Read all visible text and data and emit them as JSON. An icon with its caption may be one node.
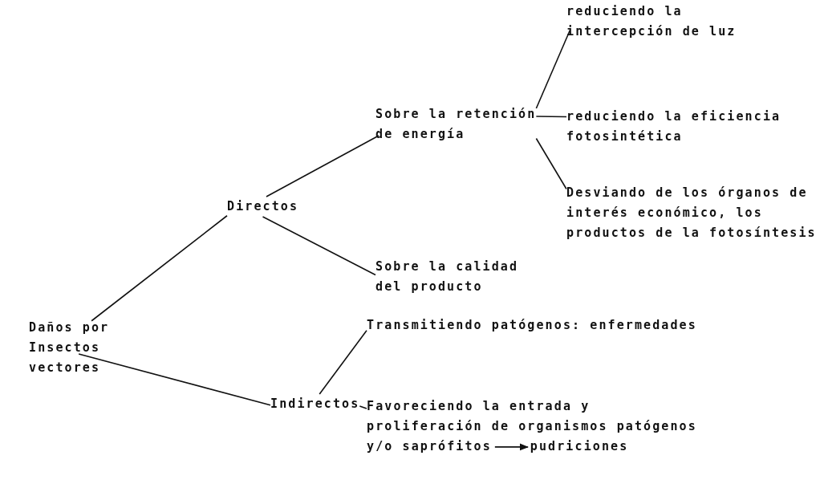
{
  "diagram": {
    "nodes": [
      {
        "text": [
          "Daños por Insectos vectores"
        ]
      },
      {
        "text": [
          "Directos"
        ]
      },
      {
        "text": [
          "Indirectos"
        ]
      },
      {
        "text": [
          "Sobre la retención de energía"
        ]
      },
      {
        "text": [
          "Sobre la calidad del producto"
        ]
      },
      {
        "text": [
          "reduciendo la intercepción de luz"
        ]
      },
      {
        "text": [
          "reduciendo la eficiencia fotosintética"
        ]
      },
      {
        "text": [
          "Desviando de los órganos de interés económico, los productos de la fotosíntesis"
        ]
      },
      {
        "text": [
          "Transmitiendo patógenos: enfermedades"
        ]
      },
      {
        "text": [
          "Favoreciendo la entrada y proliferación de organismos patógenos y/o saprófitos"
        ]
      },
      {
        "text": [
          "pudriciones"
        ]
      }
    ],
    "edges": [
      {
        "from": 0,
        "to": 1,
        "arrow": "none"
      },
      {
        "from": 0,
        "to": 2,
        "arrow": "none"
      },
      {
        "from": 1,
        "to": 3,
        "arrow": "none"
      },
      {
        "from": 1,
        "to": 4,
        "arrow": "none"
      },
      {
        "from": 3,
        "to": 5,
        "arrow": "none"
      },
      {
        "from": 3,
        "to": 6,
        "arrow": "none"
      },
      {
        "from": 3,
        "to": 7,
        "arrow": "none"
      },
      {
        "from": 2,
        "to": 8,
        "arrow": "none"
      },
      {
        "from": 2,
        "to": 9,
        "arrow": "none"
      },
      {
        "from": 9,
        "to": 10,
        "arrow": "to"
      }
    ]
  }
}
